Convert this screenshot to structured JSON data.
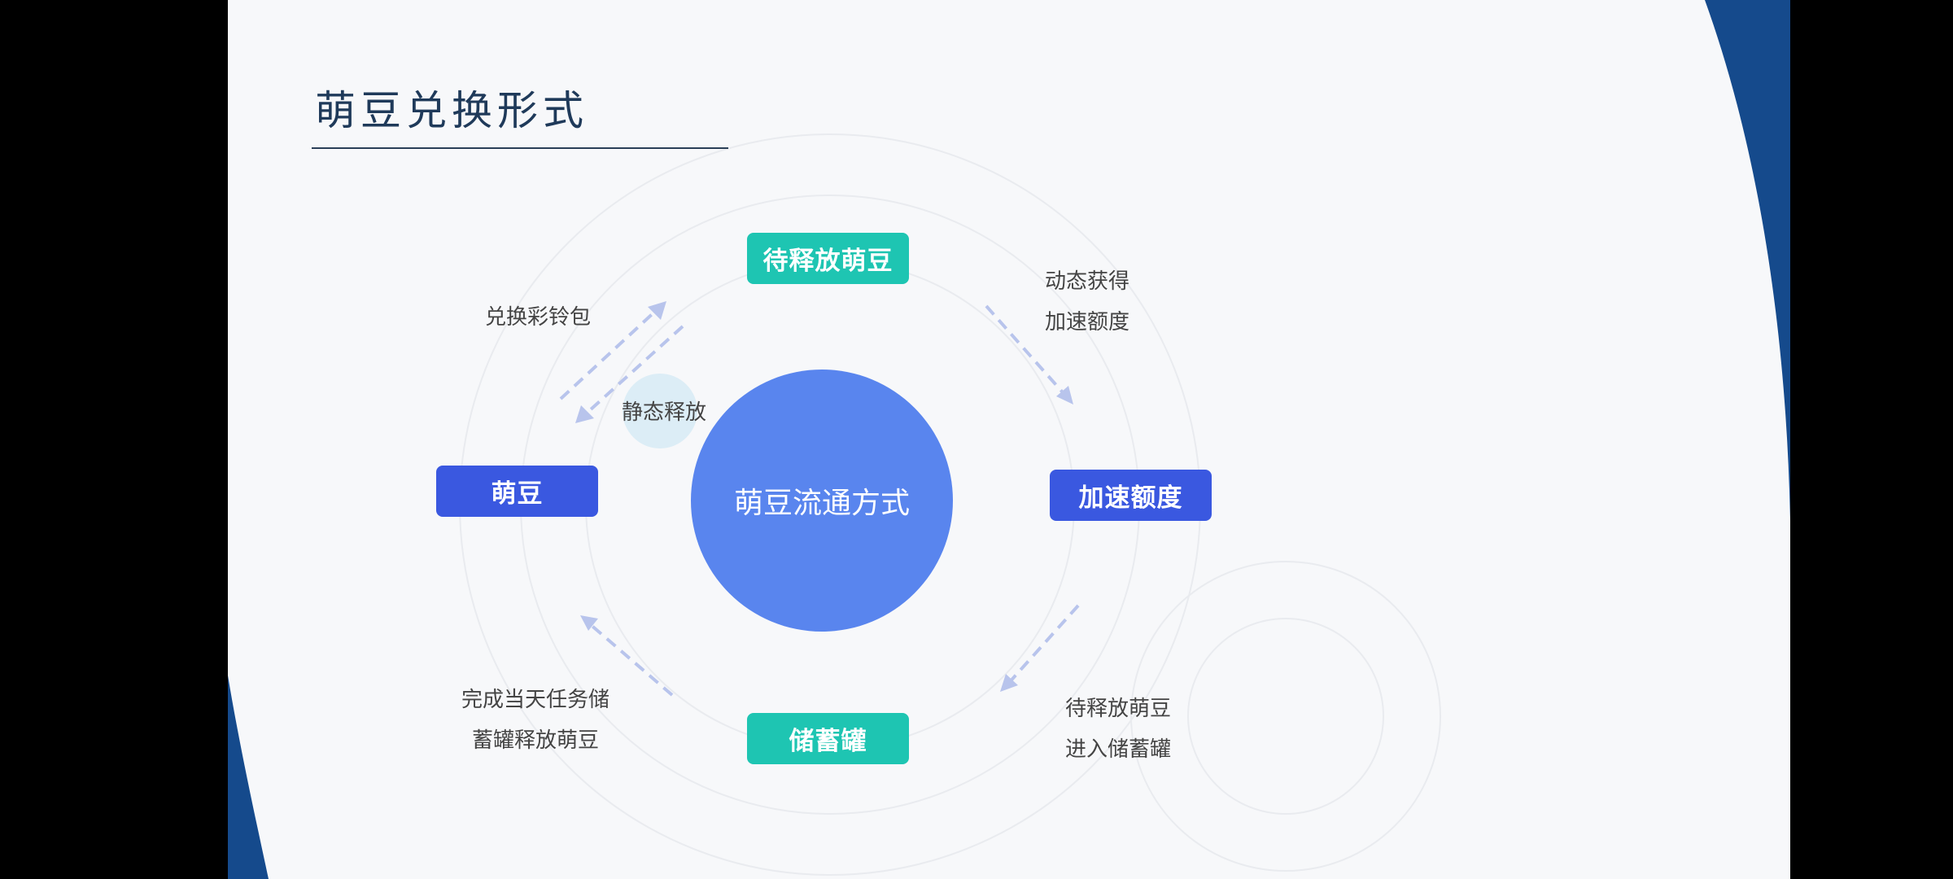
{
  "slide": {
    "title": "萌豆兑换形式",
    "center": "萌豆流通方式",
    "nodes": {
      "top": "待释放萌豆",
      "left": "萌豆",
      "right": "加速额度",
      "bottom": "储蓄罐"
    },
    "notes": {
      "exchange": "兑换彩铃包",
      "static_release": "静态释放",
      "dynamic_line1": "动态获得",
      "dynamic_line2": "加速额度",
      "task_line1": "完成当天任务储",
      "task_line2": "蓄罐释放萌豆",
      "pending_line1": "待释放萌豆",
      "pending_line2": "进入储蓄罐"
    },
    "colors": {
      "teal": "#1ec5b2",
      "blue": "#3a58e0",
      "hub": "#5985ee",
      "frame": "#154a8c",
      "arrow": "#b8c4ec"
    }
  }
}
